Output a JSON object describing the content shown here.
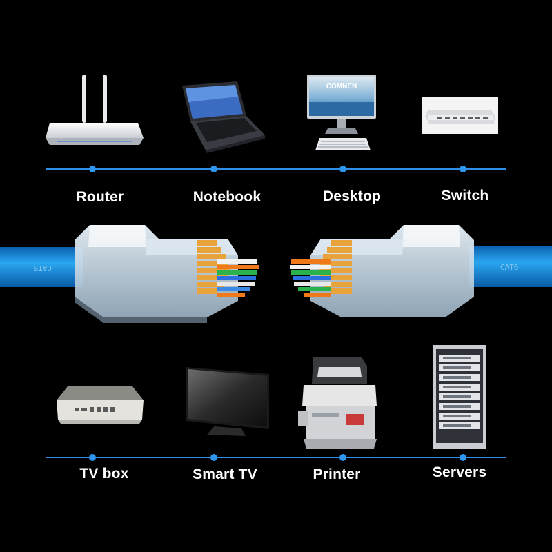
{
  "devices_top": [
    {
      "label": "Router",
      "icon": "router-icon"
    },
    {
      "label": "Notebook",
      "icon": "notebook-icon"
    },
    {
      "label": "Desktop",
      "icon": "desktop-icon"
    },
    {
      "label": "Switch",
      "icon": "switch-icon"
    }
  ],
  "devices_bottom": [
    {
      "label": "TV box",
      "icon": "tv-box-icon"
    },
    {
      "label": "Smart TV",
      "icon": "smart-tv-icon"
    },
    {
      "label": "Printer",
      "icon": "printer-icon"
    },
    {
      "label": "Servers",
      "icon": "server-rack-icon"
    }
  ],
  "monitor_brand": "COMNEN",
  "cable_print": "CAT6",
  "colors": {
    "line": "#2f8ee8",
    "cable": "#1f8fd8",
    "background": "#000000"
  }
}
